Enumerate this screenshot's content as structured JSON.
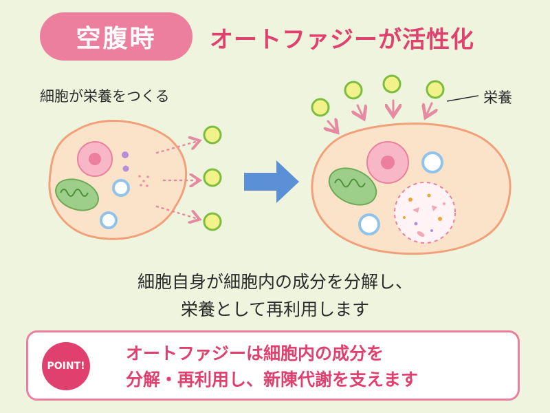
{
  "header": {
    "badge": "空腹時",
    "title": "オートファジーが活性化"
  },
  "diagram": {
    "left_caption": "細胞が栄養をつくる",
    "nutrient_label": "栄養"
  },
  "explanation": {
    "line1": "細胞自身が細胞内の成分を分解し、",
    "line2": "栄養として再利用します"
  },
  "point": {
    "badge": "POINT!",
    "line1": "オートファジーは細胞内の成分を",
    "line2": "分解・再利用し、新陳代謝を支えます"
  },
  "colors": {
    "background": "#eef4de",
    "accent_pink": "#e0406e",
    "badge_pink": "#ec7f9e",
    "cell_fill": "#fbe3c9",
    "cell_outline": "#f2a07a",
    "nutrient_fill": "#f1f28a",
    "nutrient_outline": "#7cbc3e",
    "mitochondria": "#9dcf8a",
    "vacuole_outline": "#90c3ea",
    "arrow_blue": "#5b8fd6"
  },
  "icons": [
    "cell-icon",
    "nucleus-icon",
    "mitochondria-icon",
    "vacuole-icon",
    "autophagosome-icon",
    "nutrient-icon",
    "arrow-right-icon"
  ]
}
